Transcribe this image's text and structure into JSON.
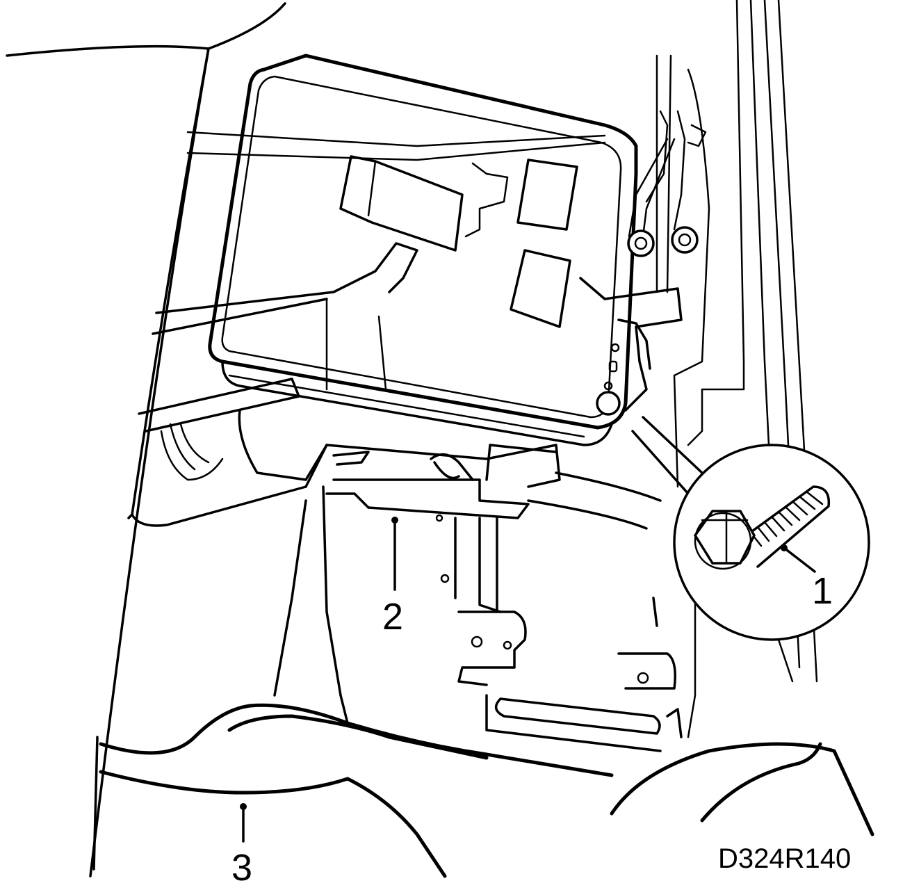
{
  "figure": {
    "reference_code": "D324R140",
    "callouts": [
      {
        "number": "1",
        "part": "bolt"
      },
      {
        "number": "2",
        "part": "mounting-bracket"
      },
      {
        "number": "3",
        "part": "seat-frame"
      }
    ]
  },
  "colors": {
    "line": "#000000",
    "background": "#ffffff"
  }
}
